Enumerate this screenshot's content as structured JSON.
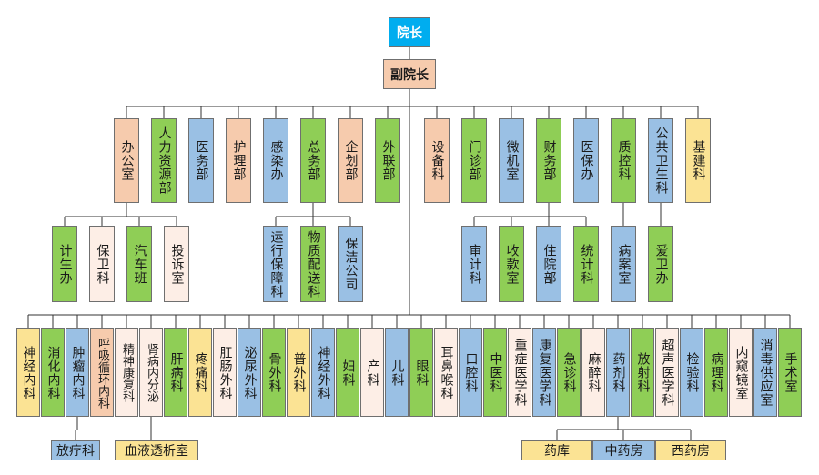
{
  "colors": {
    "blue": "#9ac0e4",
    "green": "#8fce56",
    "peach": "#f6cbad",
    "yellow": "#fbe394",
    "cream": "#fdeee6",
    "top": "#00adef",
    "deputy": "#f6cbad",
    "line": "#333333"
  },
  "nodes": {
    "president": "院长",
    "vice": "副院长",
    "office": "办公室",
    "hr": "人力资源部",
    "medical": "医务部",
    "nursing": "护理部",
    "infection": "感染办",
    "general": "总务部",
    "planning": "企划部",
    "liaison": "外联部",
    "equipment": "设备科",
    "outpatient": "门诊部",
    "computer": "微机室",
    "finance": "财务部",
    "insurance": "医保办",
    "qc": "质控科",
    "publichealth": "公共卫生科",
    "infra": "基建科",
    "planbirth": "计生办",
    "security": "保卫科",
    "vehicle": "汽车班",
    "complaint": "投诉室",
    "operation": "运行保障科",
    "supply": "物质配送科",
    "cleaning": "保洁公司",
    "audit": "审计科",
    "cashier": "收款室",
    "inpatient": "住院部",
    "statistics": "统计科",
    "records": "病案室",
    "hygiene": "爱卫办",
    "neuro_med": "神经内科",
    "digestive": "消化内科",
    "oncology": "肿瘤内科",
    "respcardio": "呼吸循环内科",
    "psychrehab": "精神康复科",
    "nephro": "肾病内分泌",
    "liver": "肝病科",
    "pain": "疼痛科",
    "anorectal": "肛肠外科",
    "urology": "泌尿外科",
    "ortho": "骨外科",
    "general_surg": "普外科",
    "neurosurg": "神经外科",
    "obgyn": "妇科",
    "obstetrics": "产科",
    "pediatrics": "儿科",
    "ophthalmology": "眼科",
    "ent": "耳鼻喉科",
    "dental": "口腔科",
    "tcm": "中医科",
    "icu": "重症医学科",
    "rehab": "康复医学科",
    "emergency": "急诊科",
    "anesthesia": "麻醉科",
    "pharmacy": "药剂科",
    "radiology": "放射科",
    "ultrasound": "超声医学科",
    "lab": "检验科",
    "pathology": "病理科",
    "endoscopy": "内窥镜室",
    "sterile": "消毒供应室",
    "surgery": "手术室",
    "radiotherapy": "放疗科",
    "dialysis": "血液透析室",
    "drugstore": "药库",
    "tcm_pharmacy": "中药房",
    "western_pharmacy": "西药房"
  }
}
